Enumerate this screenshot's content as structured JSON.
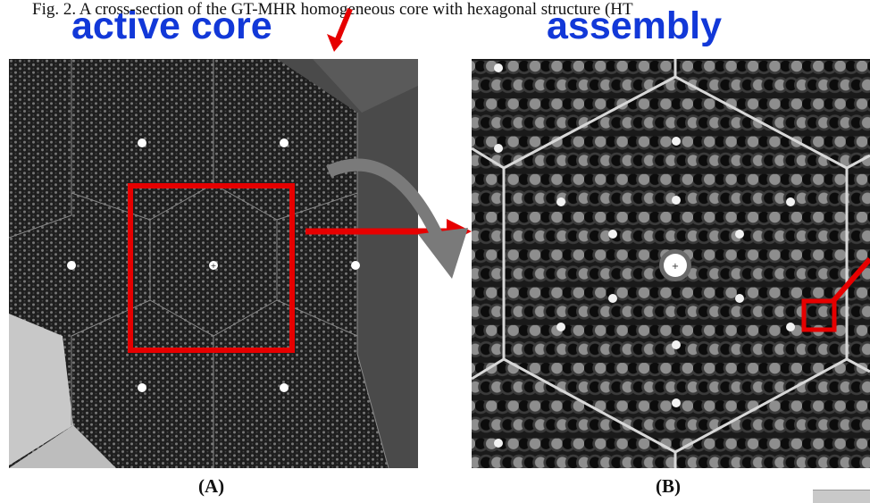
{
  "caption": "Fig. 2.  A cross-section of the GT-MHR homogeneous core with hexagonal structure (HT",
  "annotations": {
    "active_core": "active core",
    "assembly": "assembly"
  },
  "panels": {
    "a_label": "(A)",
    "b_label": "(B)"
  },
  "colors": {
    "annotation_text": "#1238d8",
    "highlight_box": "#e60000",
    "arrow_red": "#e60000",
    "arrow_gray": "#7a7a7a",
    "core_background": "#1b1b1b",
    "reflector_gray": "#4a4a4a",
    "reflector_light": "#c8c8c8"
  }
}
